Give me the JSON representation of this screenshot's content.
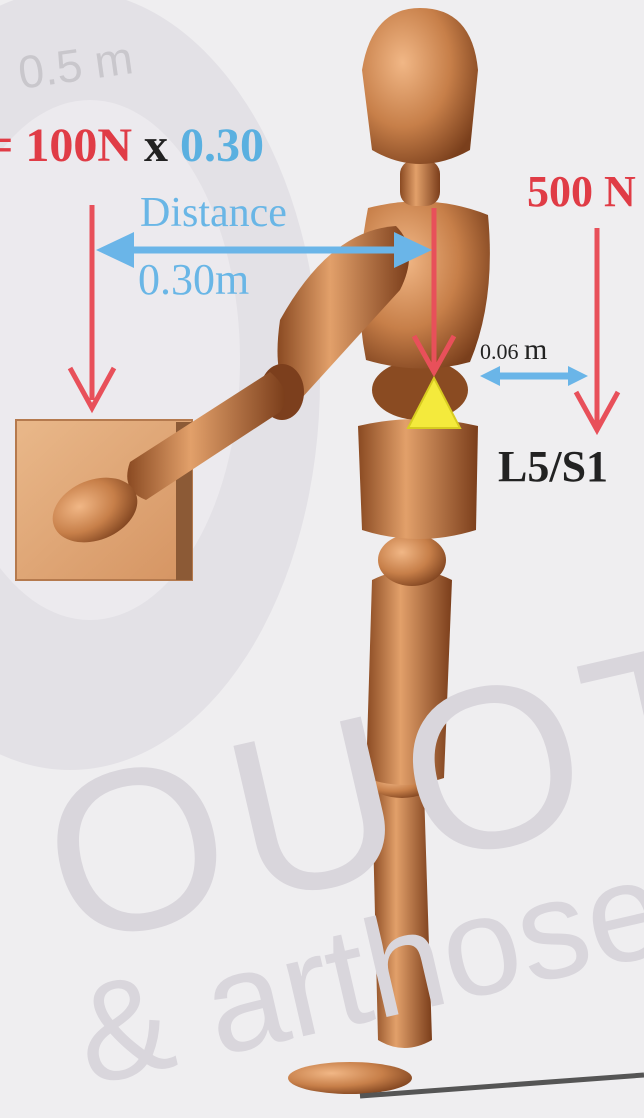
{
  "labels": {
    "load_force": "= 100N",
    "multiply": "x",
    "load_distance": "0.30",
    "distance_title": "Distance",
    "distance_value": "0.30m",
    "body_force": "500 N",
    "small_distance_num": "0.06",
    "small_distance_unit": "m",
    "joint": "L5/S1"
  },
  "watermark": {
    "line1": "OUOT",
    "line2": "& arthose",
    "top": "0.5 m"
  },
  "colors": {
    "force_arrow": "#e8505a",
    "distance_arrow": "#6ab5e8",
    "fulcrum": "#f4ea3c",
    "wood": "#c98450",
    "box": "#e2a877"
  }
}
